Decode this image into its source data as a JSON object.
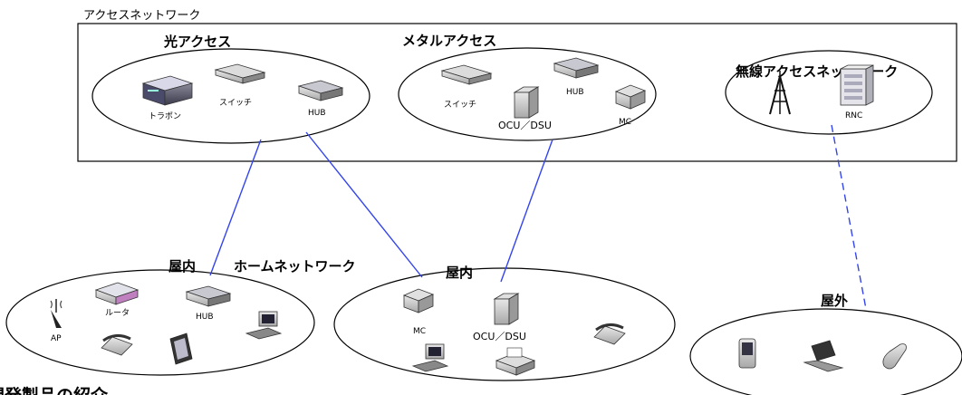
{
  "labels": {
    "access_network": "アクセスネットワーク",
    "optical_access": "光アクセス",
    "metal_access": "メタルアクセス",
    "wireless_access_network": "無線アクセスネットワーク",
    "home_network": "ホームネットワーク",
    "indoor_left": "屋内",
    "indoor_center": "屋内",
    "outdoor": "屋外",
    "footer_heading": "開発製品の紹介"
  },
  "devices": {
    "optical": [
      "トラポン",
      "スイッチ",
      "HUB"
    ],
    "metal": [
      "スイッチ",
      "HUB",
      "OCU／DSU",
      "MC"
    ],
    "wireless": [
      "RNC"
    ],
    "indoor_left": [
      "AP",
      "ルータ",
      "HUB"
    ],
    "indoor_center": [
      "MC",
      "OCU／DSU"
    ]
  },
  "colors": {
    "link_line": "#3344ee",
    "wireless_link": "#3344ee",
    "outline": "#000000"
  }
}
